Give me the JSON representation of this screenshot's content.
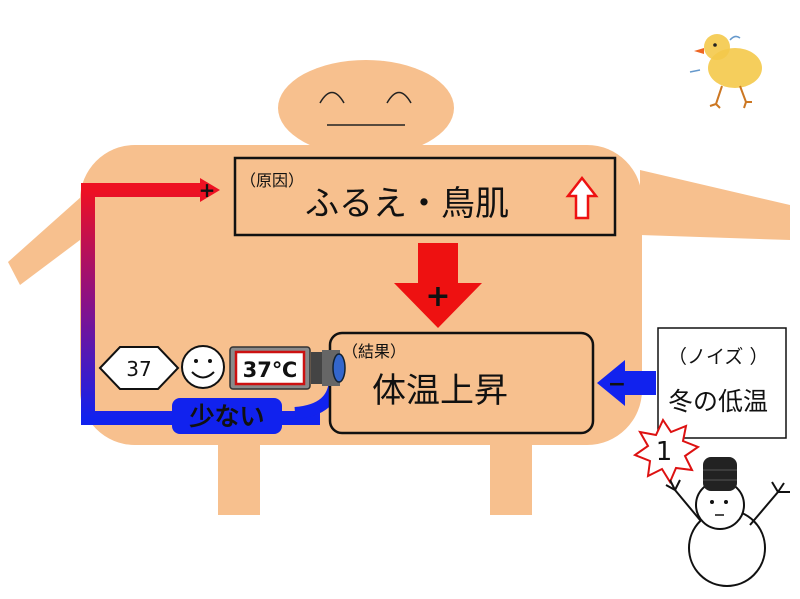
{
  "cause_box": {
    "tag": "（原因）",
    "text": "ふるえ・鳥肌"
  },
  "result_box": {
    "tag": "（結果）",
    "text": "体温上昇"
  },
  "noise_box": {
    "tag": "（ノイズ ）",
    "text": "冬の低温"
  },
  "signs": {
    "plus_loop": "+",
    "plus_arrow": "+",
    "minus_noise": "−"
  },
  "feedback_label": "少ない",
  "thermometer_reading": "37℃",
  "setpoint_diamond": "37",
  "noise_badge": "1",
  "colors": {
    "body": "#f7c08e",
    "arrow_red": "#ee1111",
    "arrow_blue": "#1133ee",
    "box_border": "#111111"
  }
}
